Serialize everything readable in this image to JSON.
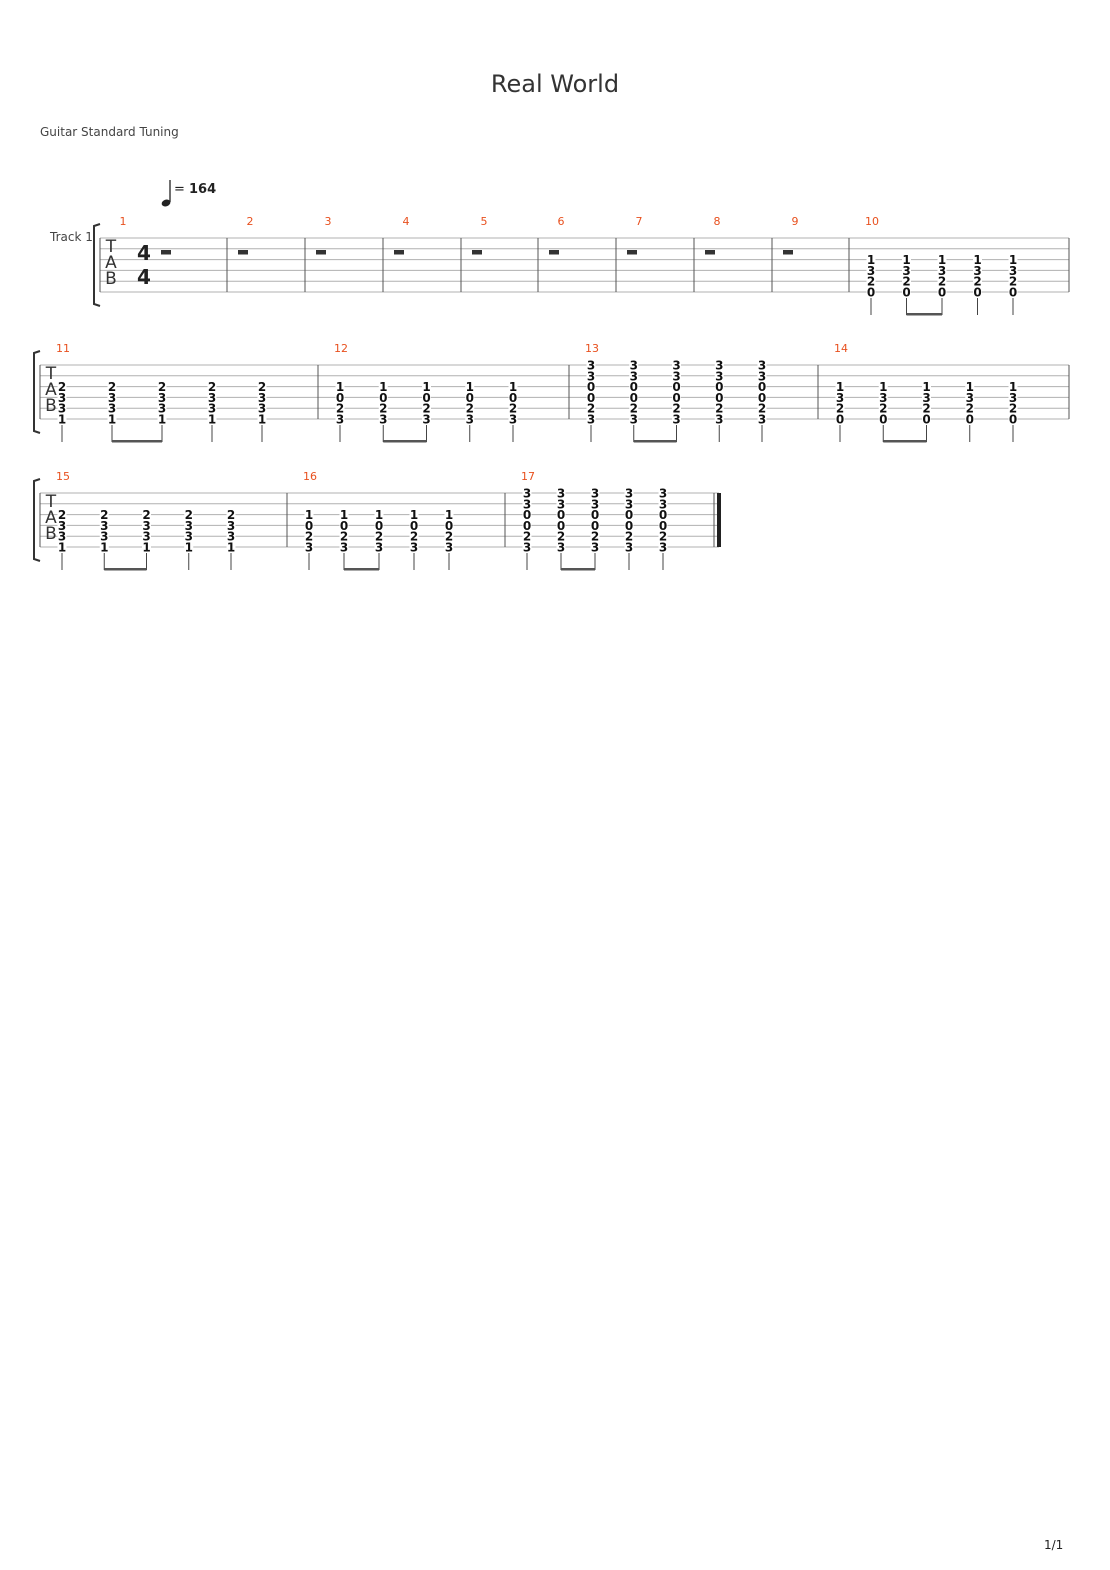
{
  "title": "Real World",
  "tuning": "Guitar Standard Tuning",
  "track_label": "Track 1",
  "tempo": "164",
  "tempo_equals": "=",
  "tab_letters": [
    "T",
    "A",
    "B"
  ],
  "time_signature": {
    "numerator": "4",
    "denominator": "4"
  },
  "page_number": "1/1",
  "colors": {
    "measure_number": "#e8501e",
    "staff_line": "#b0b0b0",
    "note_text": "#111111"
  },
  "systems": [
    {
      "measures": [
        {
          "number": "1",
          "rest": true
        },
        {
          "number": "2",
          "rest": true
        },
        {
          "number": "3",
          "rest": true
        },
        {
          "number": "4",
          "rest": true
        },
        {
          "number": "5",
          "rest": true
        },
        {
          "number": "6",
          "rest": true
        },
        {
          "number": "7",
          "rest": true
        },
        {
          "number": "8",
          "rest": true
        },
        {
          "number": "9",
          "rest": true
        },
        {
          "number": "10",
          "beats": [
            [
              "1",
              "3",
              "2",
              "0"
            ],
            [
              "1",
              "3",
              "2",
              "0"
            ],
            [
              "1",
              "3",
              "2",
              "0"
            ],
            [
              "1",
              "3",
              "2",
              "0"
            ],
            [
              "1",
              "3",
              "2",
              "0"
            ]
          ]
        }
      ]
    },
    {
      "measures": [
        {
          "number": "11",
          "beats": [
            [
              "2",
              "3",
              "3",
              "1"
            ],
            [
              "2",
              "3",
              "3",
              "1"
            ],
            [
              "2",
              "3",
              "3",
              "1"
            ],
            [
              "2",
              "3",
              "3",
              "1"
            ],
            [
              "2",
              "3",
              "3",
              "1"
            ]
          ]
        },
        {
          "number": "12",
          "beats": [
            [
              "1",
              "0",
              "2",
              "3"
            ],
            [
              "1",
              "0",
              "2",
              "3"
            ],
            [
              "1",
              "0",
              "2",
              "3"
            ],
            [
              "1",
              "0",
              "2",
              "3"
            ],
            [
              "1",
              "0",
              "2",
              "3"
            ]
          ]
        },
        {
          "number": "13",
          "beats": [
            [
              "3",
              "3",
              "0",
              "0",
              "2",
              "3"
            ],
            [
              "3",
              "3",
              "0",
              "0",
              "2",
              "3"
            ],
            [
              "3",
              "3",
              "0",
              "0",
              "2",
              "3"
            ],
            [
              "3",
              "3",
              "0",
              "0",
              "2",
              "3"
            ],
            [
              "3",
              "3",
              "0",
              "0",
              "2",
              "3"
            ]
          ]
        },
        {
          "number": "14",
          "beats": [
            [
              "1",
              "3",
              "2",
              "0"
            ],
            [
              "1",
              "3",
              "2",
              "0"
            ],
            [
              "1",
              "3",
              "2",
              "0"
            ],
            [
              "1",
              "3",
              "2",
              "0"
            ],
            [
              "1",
              "3",
              "2",
              "0"
            ]
          ]
        }
      ]
    },
    {
      "measures": [
        {
          "number": "15",
          "beats": [
            [
              "2",
              "3",
              "3",
              "1"
            ],
            [
              "2",
              "3",
              "3",
              "1"
            ],
            [
              "2",
              "3",
              "3",
              "1"
            ],
            [
              "2",
              "3",
              "3",
              "1"
            ],
            [
              "2",
              "3",
              "3",
              "1"
            ]
          ]
        },
        {
          "number": "16",
          "beats": [
            [
              "1",
              "0",
              "2",
              "3"
            ],
            [
              "1",
              "0",
              "2",
              "3"
            ],
            [
              "1",
              "0",
              "2",
              "3"
            ],
            [
              "1",
              "0",
              "2",
              "3"
            ],
            [
              "1",
              "0",
              "2",
              "3"
            ]
          ]
        },
        {
          "number": "17",
          "beats": [
            [
              "3",
              "3",
              "0",
              "0",
              "2",
              "3"
            ],
            [
              "3",
              "3",
              "0",
              "0",
              "2",
              "3"
            ],
            [
              "3",
              "3",
              "0",
              "0",
              "2",
              "3"
            ],
            [
              "3",
              "3",
              "0",
              "0",
              "2",
              "3"
            ],
            [
              "3",
              "3",
              "0",
              "0",
              "2",
              "3"
            ]
          ]
        }
      ]
    }
  ]
}
